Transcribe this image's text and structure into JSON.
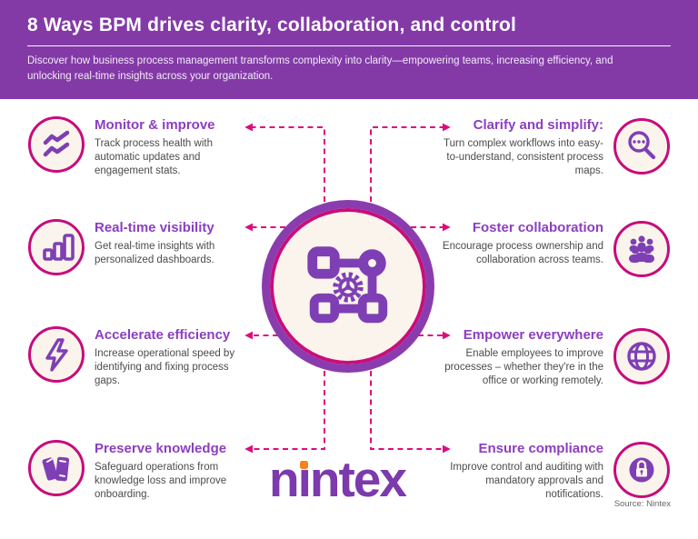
{
  "header": {
    "title": "8 Ways BPM drives clarity, collaboration, and control",
    "subtitle": "Discover how business process management transforms complexity into clarity—empowering teams, increasing efficiency, and unlocking real-time insights across your organization."
  },
  "features": {
    "left": [
      {
        "title": "Monitor & improve",
        "body": "Track process health with automatic updates and engagement stats.",
        "icon": "trend-lines-icon"
      },
      {
        "title": "Real-time visibility",
        "body": "Get real-time insights with personalized dashboards.",
        "icon": "bar-chart-icon"
      },
      {
        "title": "Accelerate efficiency",
        "body": "Increase operational speed by identifying and fixing process gaps.",
        "icon": "lightning-bolt-icon"
      },
      {
        "title": "Preserve knowledge",
        "body": "Safeguard operations from knowledge loss and improve onboarding.",
        "icon": "books-icon"
      }
    ],
    "right": [
      {
        "title": "Clarify and simplify:",
        "body": "Turn complex workflows into easy-to-understand, consistent process maps.",
        "icon": "magnifier-dots-icon"
      },
      {
        "title": "Foster collaboration",
        "body": "Encourage process ownership and collaboration across teams.",
        "icon": "people-group-icon"
      },
      {
        "title": "Empower everywhere",
        "body": "Enable employees to improve processes – whether they're in the office or working remotely.",
        "icon": "globe-icon"
      },
      {
        "title": "Ensure compliance",
        "body": "Improve control and auditing with mandatory approvals and notifications.",
        "icon": "padlock-icon"
      }
    ]
  },
  "logo": {
    "before": "n",
    "istem": "ı",
    "after": "ntex"
  },
  "footer": {
    "source": "Source: Nintex"
  },
  "colors": {
    "header_bg": "#833AA7",
    "connector_pink": "#DE0B7F",
    "ring_pink": "#C60C7C",
    "icon_purple": "#7E3FB4",
    "title_purple": "#8C3EC0",
    "cream": "#FAF4EC",
    "body_text": "#4B4B4B",
    "logo_purple": "#7C3AAD",
    "logo_dot_orange": "#F58220"
  }
}
